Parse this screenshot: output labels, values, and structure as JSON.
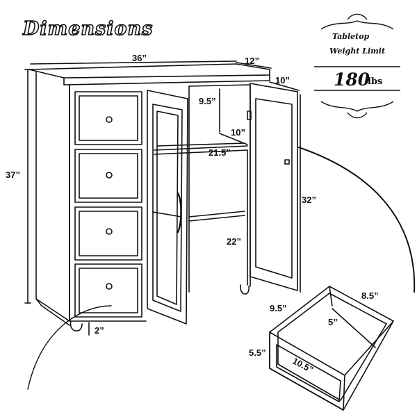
{
  "title": "Dimensions",
  "weight": {
    "line1": "Tabletop",
    "line2": "Weight Limit",
    "value": "180",
    "unit": "lbs"
  },
  "dims": {
    "width": "36”",
    "depth": "12”",
    "top_side": "10”",
    "height": "37”",
    "shelf_gap": "9.5”",
    "shelf_depth": "10”",
    "shelf_width": "21.5”",
    "door_height": "32”",
    "lower_height": "22”",
    "leg": "2”",
    "drawer_depth_left": "9.5”",
    "drawer_depth_right": "8.5”",
    "drawer_inner": "5”",
    "drawer_front_h": "5.5”",
    "drawer_width": "10.5”"
  }
}
